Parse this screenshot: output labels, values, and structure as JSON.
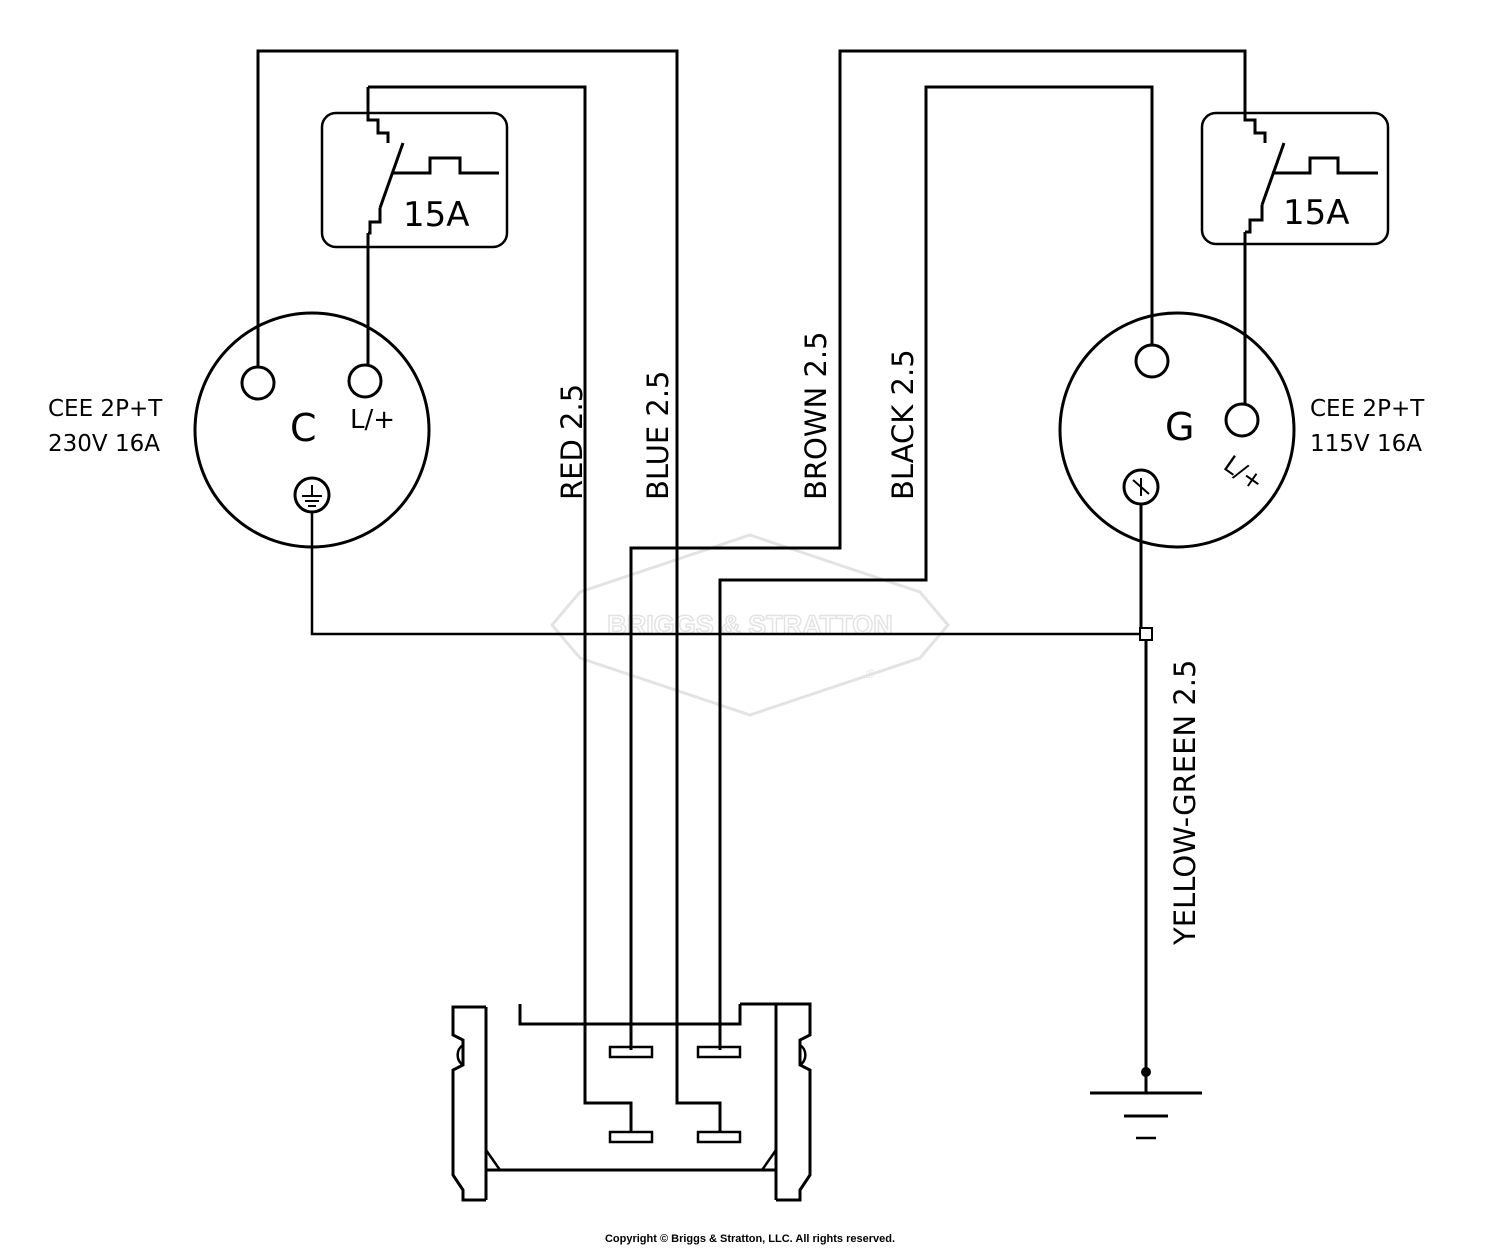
{
  "sockets": [
    {
      "id": "left",
      "spec_line1": "CEE 2P+T",
      "spec_line2": "230V 16A",
      "center_letter": "C",
      "live_terminal": "L/+",
      "breaker_rating": "15A"
    },
    {
      "id": "right",
      "spec_line1": "CEE 2P+T",
      "spec_line2": "115V 16A",
      "center_letter": "G",
      "live_terminal": "L/+",
      "breaker_rating": "15A"
    }
  ],
  "wires": {
    "red": "RED 2.5",
    "blue": "BLUE 2.5",
    "brown": "BROWN 2.5",
    "black": "BLACK 2.5",
    "ground": "YELLOW-GREEN 2.5"
  },
  "watermark": {
    "brand": "BRIGGS & STRATTON",
    "registered_mark": "®"
  },
  "footer": {
    "copyright": "Copyright © Briggs & Stratton, LLC. All rights reserved."
  },
  "colors": {
    "line": "#000000",
    "watermark": "#e3e3e3",
    "background": "#ffffff"
  }
}
